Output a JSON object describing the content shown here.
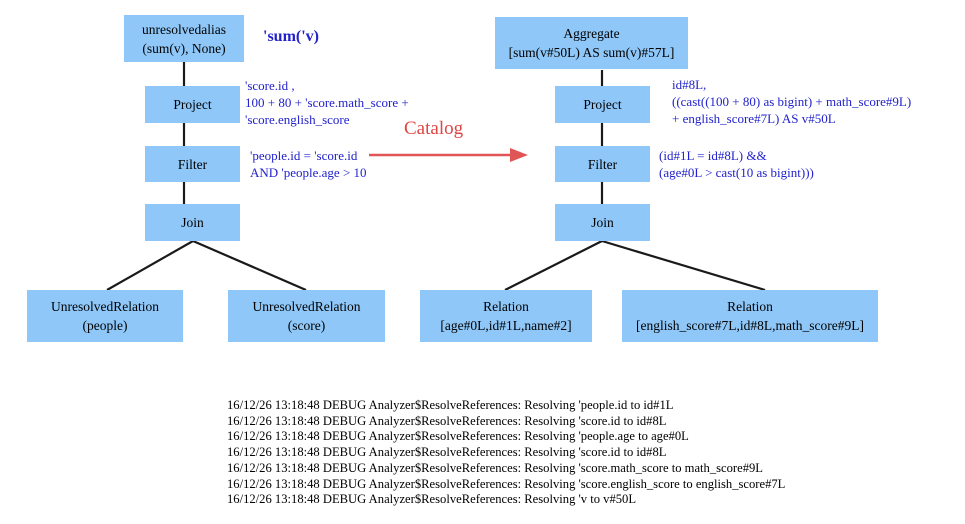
{
  "colors": {
    "node_fill": "#8ec7f8",
    "annotation_blue": "#2222cc",
    "transform_red": "#e04545",
    "edge_black": "#1a1a1a",
    "background": "#ffffff"
  },
  "left_tree": {
    "nodes": {
      "root": {
        "line1": "unresolvedalias",
        "line2": "(sum(v), None)"
      },
      "project": {
        "label": "Project"
      },
      "filter": {
        "label": "Filter"
      },
      "join": {
        "label": "Join"
      },
      "rel1": {
        "line1": "UnresolvedRelation",
        "line2": "(people)"
      },
      "rel2": {
        "line1": "UnresolvedRelation",
        "line2": "(score)"
      }
    },
    "annotations": {
      "root": "'sum('v)",
      "project": {
        "line1": "'score.id ,",
        "line2": "100 + 80 + 'score.math_score +",
        "line3": "'score.english_score"
      },
      "filter": {
        "line1": "'people.id = 'score.id",
        "line2": "AND 'people.age > 10"
      }
    }
  },
  "transform": {
    "label": "Catalog"
  },
  "right_tree": {
    "nodes": {
      "root": {
        "line1": "Aggregate",
        "line2": "[sum(v#50L) AS sum(v)#57L]"
      },
      "project": {
        "label": "Project"
      },
      "filter": {
        "label": "Filter"
      },
      "join": {
        "label": "Join"
      },
      "rel1": {
        "line1": "Relation",
        "line2": "[age#0L,id#1L,name#2]"
      },
      "rel2": {
        "line1": "Relation",
        "line2": "[english_score#7L,id#8L,math_score#9L]"
      }
    },
    "annotations": {
      "project": {
        "line1": "id#8L,",
        "line2": "((cast((100 + 80) as bigint) + math_score#9L)",
        "line3": "+ english_score#7L) AS v#50L"
      },
      "filter": {
        "line1": "(id#1L = id#8L) &&",
        "line2": "(age#0L > cast(10 as bigint)))"
      }
    }
  },
  "log": {
    "lines": [
      "16/12/26 13:18:48 DEBUG Analyzer$ResolveReferences: Resolving 'people.id to id#1L",
      "16/12/26 13:18:48 DEBUG Analyzer$ResolveReferences: Resolving 'score.id to id#8L",
      "16/12/26 13:18:48 DEBUG Analyzer$ResolveReferences: Resolving 'people.age to age#0L",
      "16/12/26 13:18:48 DEBUG Analyzer$ResolveReferences: Resolving 'score.id to id#8L",
      "16/12/26 13:18:48 DEBUG Analyzer$ResolveReferences: Resolving 'score.math_score to math_score#9L",
      "16/12/26 13:18:48 DEBUG Analyzer$ResolveReferences: Resolving 'score.english_score to english_score#7L",
      "16/12/26 13:18:48 DEBUG Analyzer$ResolveReferences: Resolving 'v to v#50L"
    ]
  }
}
